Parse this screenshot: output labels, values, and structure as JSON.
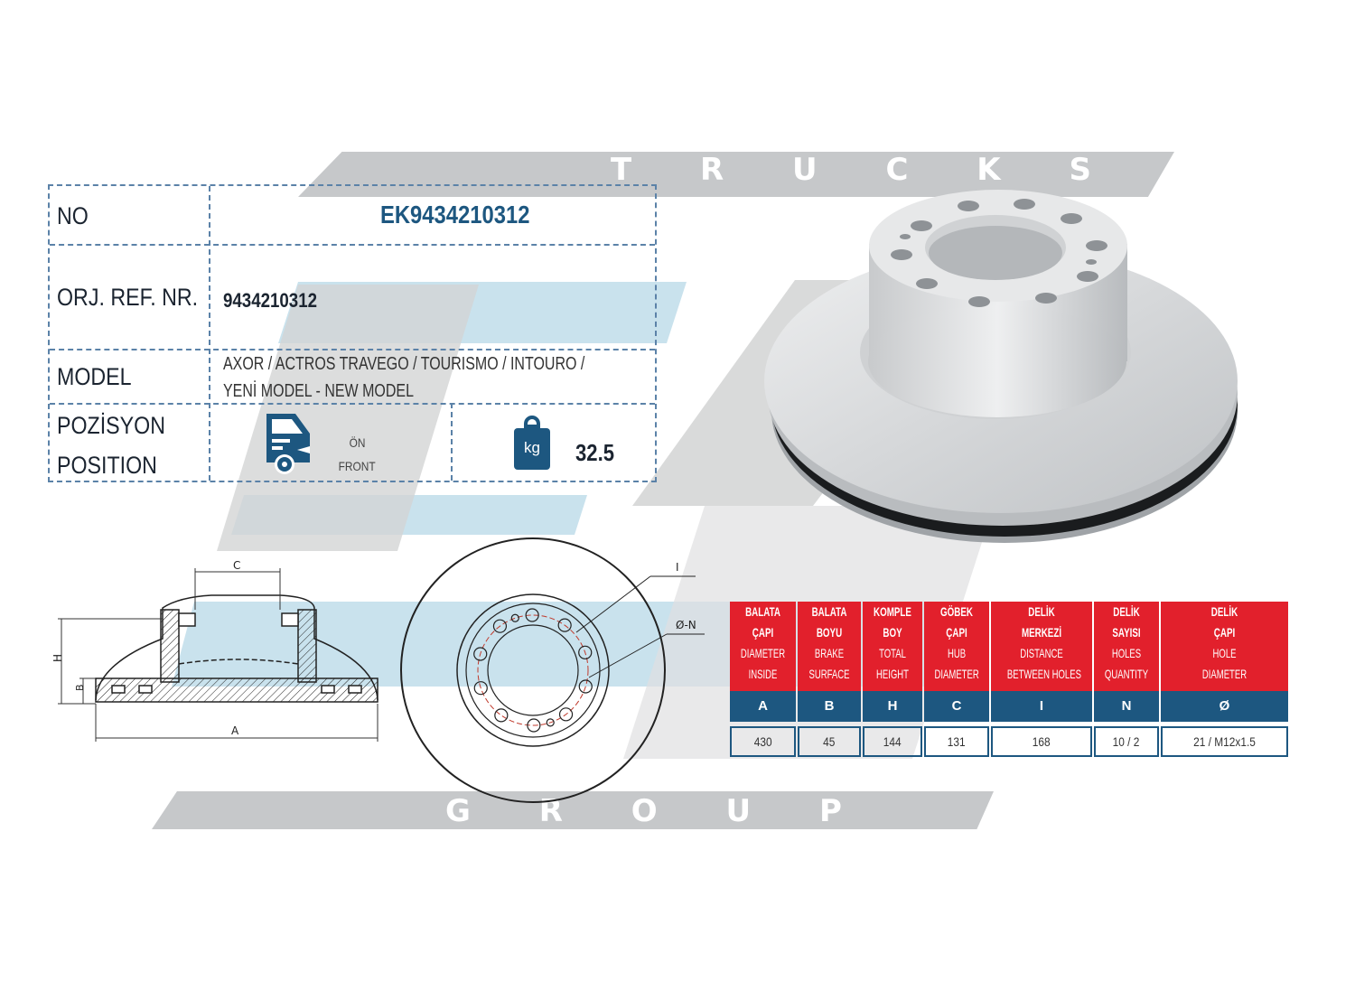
{
  "bands": {
    "top": "T R U C K S",
    "bottom": "G R O U P"
  },
  "info": {
    "no_label": "NO",
    "no_value": "EK9434210312",
    "ref_label": "ORJ. REF. NR.",
    "ref_value": "9434210312",
    "model_label": "MODEL",
    "model_line1": "AXOR  / ACTROS  TRAVEGO   /  TOURISMO / INTOURO /",
    "model_line2": "YENİ MODEL - NEW MODEL",
    "position_label_tr": "POZİSYON",
    "position_label_en": "POSITION",
    "position_tr": "ÖN",
    "position_en": "FRONT",
    "weight_unit": "kg",
    "weight_value": "32.5"
  },
  "drawing": {
    "label_c": "C",
    "label_h": "H",
    "label_b": "B",
    "label_a": "A",
    "label_i": "I",
    "label_n": "Ø-N"
  },
  "spec": {
    "columns": [
      {
        "tr1": "BALATA",
        "tr2": "ÇAPI",
        "en1": "DIAMETER",
        "en2": "INSIDE",
        "sym": "A",
        "value": "430"
      },
      {
        "tr1": "BALATA",
        "tr2": "BOYU",
        "en1": "BRAKE",
        "en2": "SURFACE",
        "sym": "B",
        "value": "45"
      },
      {
        "tr1": "KOMPLE",
        "tr2": "BOY",
        "en1": "TOTAL",
        "en2": "HEIGHT",
        "sym": "H",
        "value": "144"
      },
      {
        "tr1": "GÖBEK",
        "tr2": "ÇAPI",
        "en1": "HUB",
        "en2": "DIAMETER",
        "sym": "C",
        "value": "131"
      },
      {
        "tr1": "DELİK",
        "tr2": "MERKEZİ",
        "en1": "DISTANCE",
        "en2": "BETWEEN HOLES",
        "sym": "I",
        "value": "168"
      },
      {
        "tr1": "DELİK",
        "tr2": "SAYISI",
        "en1": "HOLES",
        "en2": "QUANTITY",
        "sym": "N",
        "value": "10 / 2"
      },
      {
        "tr1": "DELİK",
        "tr2": "ÇAPI",
        "en1": "HOLE",
        "en2": "DIAMETER",
        "sym": "Ø",
        "value": "21 / M12x1.5"
      }
    ]
  },
  "colors": {
    "accent_blue": "#1d5780",
    "header_red": "#e2202c",
    "band_gray": "#c6c8ca",
    "watermark_blue": "#bcdbe9"
  }
}
